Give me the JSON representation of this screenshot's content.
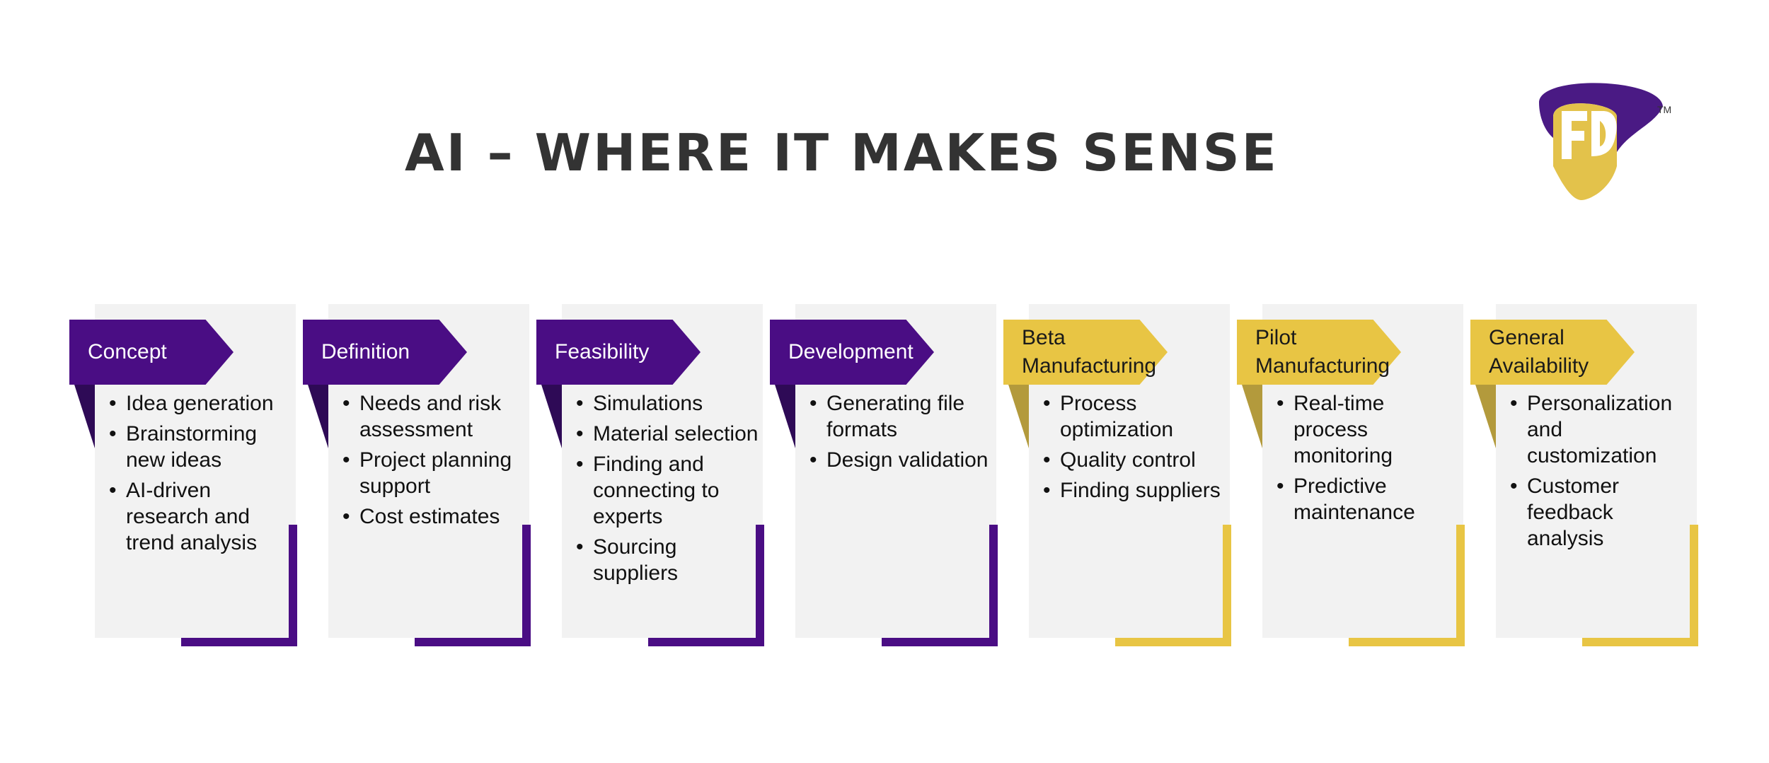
{
  "title": "AI – WHERE IT MAKES SENSE",
  "logo": {
    "icon": "fd-shield-logo-icon",
    "mark": "TM",
    "colors": {
      "ring": "#4a1a84",
      "shield": "#e3c24b"
    }
  },
  "colors": {
    "purple": "#4a0d84",
    "gold": "#e8c544",
    "panel": "#f2f2f2"
  },
  "stages": [
    {
      "label": "Concept",
      "theme": "purple",
      "items": [
        "Idea generation",
        "Brainstorming new ideas",
        "AI-driven research and trend analysis"
      ]
    },
    {
      "label": "Definition",
      "theme": "purple",
      "items": [
        "Needs and risk assessment",
        "Project planning support",
        "Cost estimates"
      ]
    },
    {
      "label": "Feasibility",
      "theme": "purple",
      "items": [
        "Simulations",
        "Material selection",
        "Finding and connecting to experts",
        "Sourcing suppliers"
      ]
    },
    {
      "label": "Development",
      "theme": "purple",
      "items": [
        "Generating file formats",
        "Design validation"
      ]
    },
    {
      "label": "Beta Manufacturing",
      "theme": "gold",
      "items": [
        "Process optimization",
        "Quality control",
        "Finding suppliers"
      ]
    },
    {
      "label": "Pilot Manufacturing",
      "theme": "gold",
      "items": [
        "Real-time process monitoring",
        "Predictive maintenance"
      ]
    },
    {
      "label": "General Availability",
      "theme": "gold",
      "items": [
        "Personalization and customization",
        "Customer feedback analysis"
      ]
    }
  ]
}
